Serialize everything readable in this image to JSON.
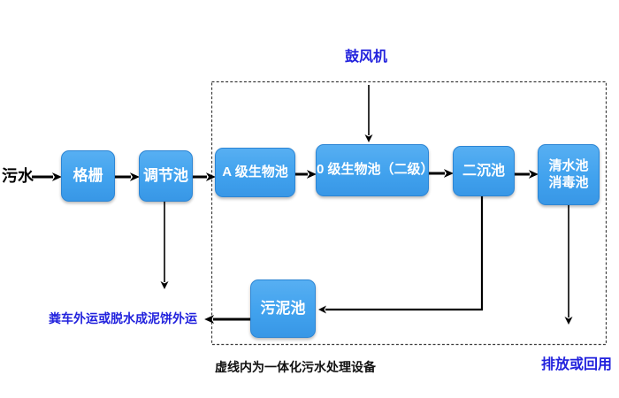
{
  "diagram": {
    "note": "虚线内为一体化污水处理设备",
    "labels": {
      "influent": "污水",
      "blower": "鼓风机",
      "sludge_disposal": "粪车外运或脱水成泥饼外运",
      "discharge": "排放或回用"
    },
    "nodes": {
      "grid": "格栅",
      "regulating_tank": "调节池",
      "a_bio_tank": "A 级生物池",
      "o_bio_tank": "0 级生物池（二级）",
      "secondary_sedimentation_tank": "二沉池",
      "clear_water_tank": "清水池",
      "disinfection_tank": "消毒池",
      "sludge_tank": "污泥池"
    },
    "colors": {
      "node_fill": "#41A2EE",
      "node_border": "#2C85D4",
      "node_text": "#FFFFFF",
      "accent_text_blue": "#2222DD",
      "connector": "#000000",
      "boundary_dash": "#3D3D3D"
    }
  }
}
